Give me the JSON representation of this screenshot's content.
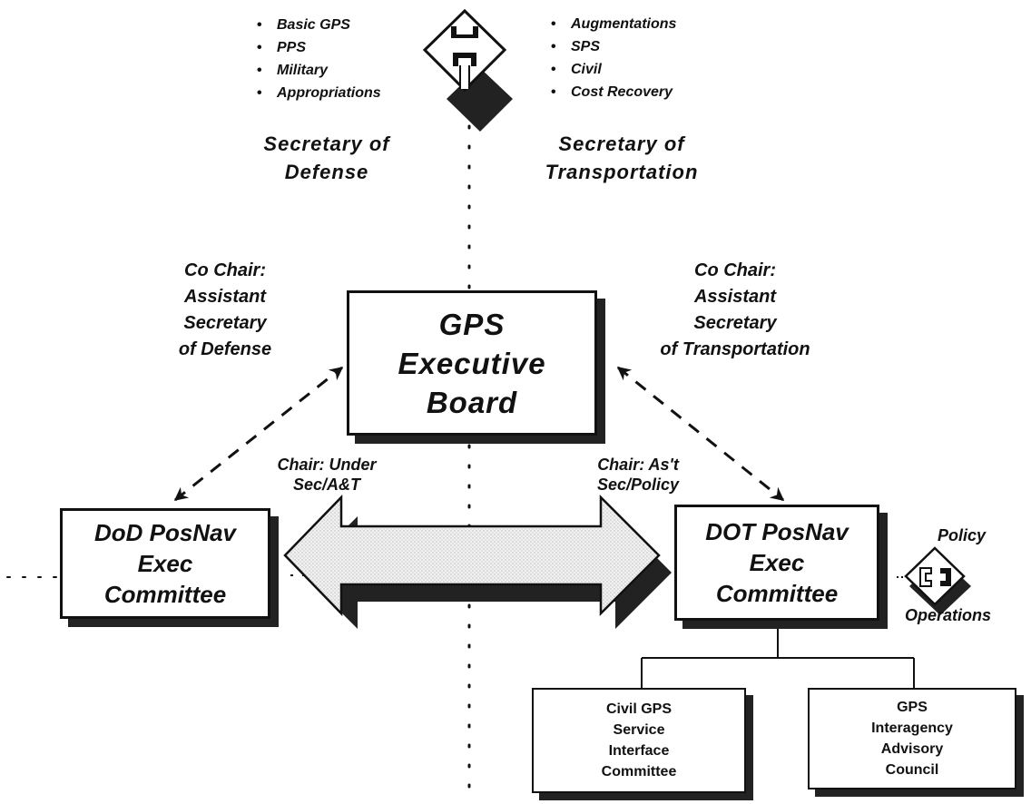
{
  "dod_bullets": [
    "Basic GPS",
    "PPS",
    "Military",
    "Appropriations"
  ],
  "dot_bullets": [
    "Augmentations",
    "SPS",
    "Civil",
    "Cost Recovery"
  ],
  "secretary_defense": [
    "Secretary of",
    "Defense"
  ],
  "secretary_transportation": [
    "Secretary of",
    "Transportation"
  ],
  "cochair_dod": [
    "Co Chair:",
    "Assistant",
    "Secretary",
    "of Defense"
  ],
  "cochair_dot": [
    "Co Chair:",
    "Assistant",
    "Secretary",
    "of Transportation"
  ],
  "executive_board": [
    "GPS",
    "Executive",
    "Board"
  ],
  "chair_dod": [
    "Chair:  Under",
    "Sec/A&T"
  ],
  "chair_dot": [
    "Chair:  As't",
    "Sec/Policy"
  ],
  "dod_committee": [
    "DoD PosNav",
    "Exec",
    "Committee"
  ],
  "dot_committee": [
    "DOT PosNav",
    "Exec",
    "Committee"
  ],
  "legend": {
    "top": "Policy",
    "bottom": "Operations"
  },
  "civil_gps": [
    "Civil GPS",
    "Service",
    "Interface",
    "Committee"
  ],
  "advisory_council": [
    "GPS",
    "Interagency",
    "Advisory",
    "Council"
  ]
}
